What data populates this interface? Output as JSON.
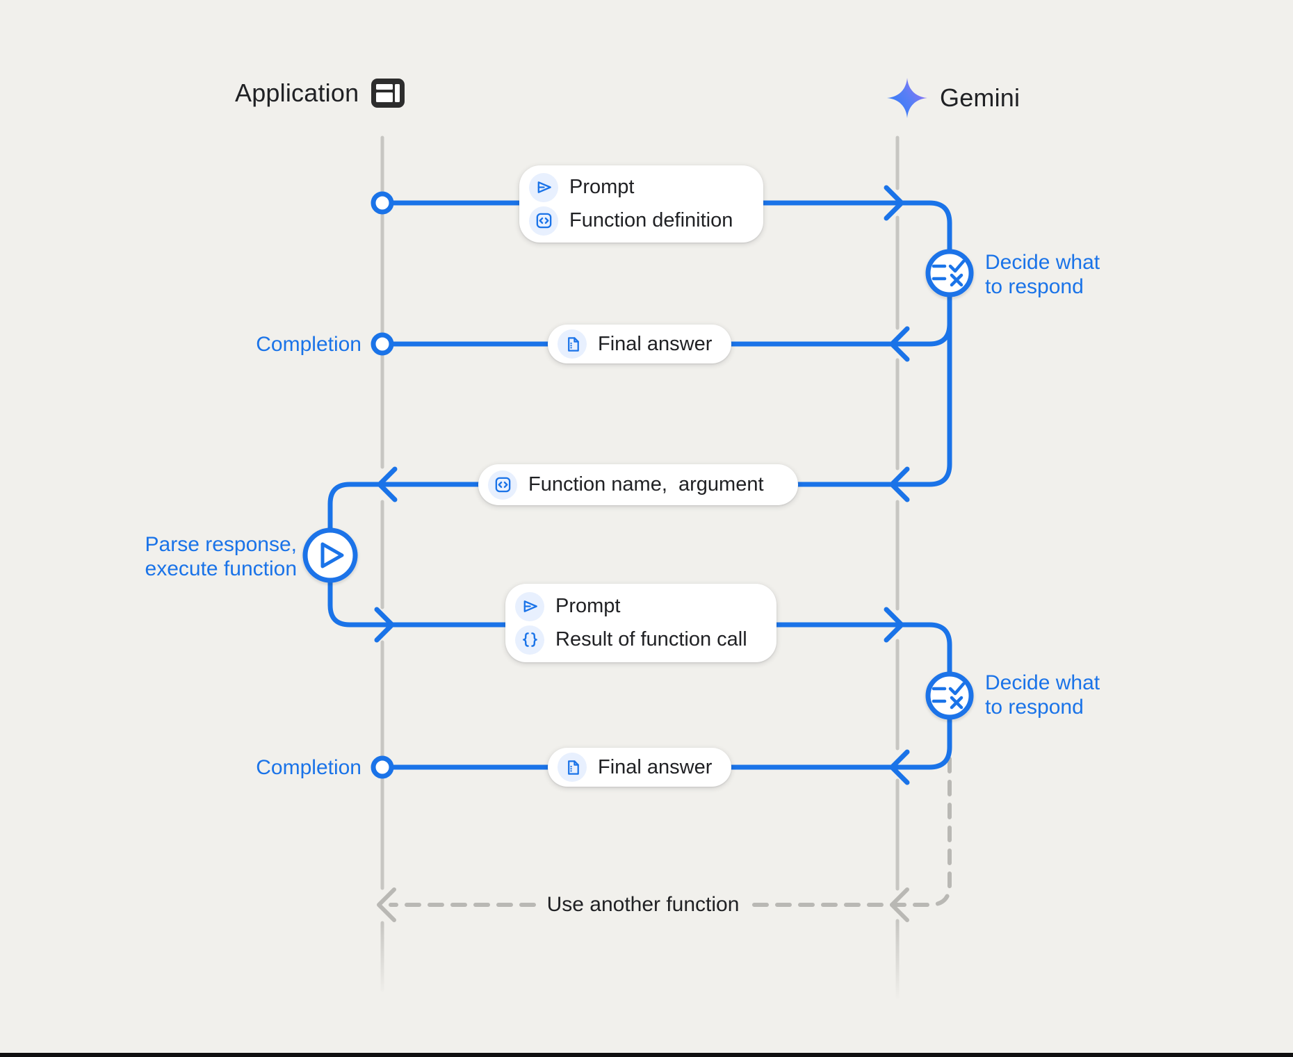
{
  "actors": {
    "application": {
      "label": "Application",
      "icon": "app-window-icon"
    },
    "gemini": {
      "label": "Gemini",
      "icon": "gemini-spark-icon"
    }
  },
  "boxes": {
    "b1": {
      "row1": "Prompt",
      "row2": "Function definition",
      "icon1": "send-icon",
      "icon2": "code-box-icon"
    },
    "b2": {
      "label": "Final answer",
      "icon": "document-icon"
    },
    "b3": {
      "label": "Function name,  argument",
      "icon": "code-box-icon"
    },
    "b4": {
      "row1": "Prompt",
      "row2": "Result of function call",
      "icon1": "send-icon",
      "icon2": "braces-icon"
    },
    "b5": {
      "label": "Final answer",
      "icon": "document-icon"
    }
  },
  "labels": {
    "completion_1": "Completion",
    "completion_2": "Completion",
    "decide_1": {
      "line1": "Decide what",
      "line2": "to respond"
    },
    "decide_2": {
      "line1": "Decide what",
      "line2": "to respond"
    },
    "parse": {
      "line1": "Parse response,",
      "line2": "execute function"
    },
    "use_another_function": "Use another function"
  },
  "icons": {
    "send-icon": "outlined right-pointing send triangle",
    "code-box-icon": "rounded square with < > code chevrons",
    "document-icon": "document with folded corner and dotted list",
    "braces-icon": "{ } curly braces",
    "rule-icon": "two list lines with check and cross",
    "play-icon": "outlined play triangle",
    "app-window-icon": "dark application window layout",
    "gemini-spark-icon": "four-point gradient spark"
  },
  "colors": {
    "background": "#f1f0ec",
    "flow_blue": "#1a73e8",
    "text_dark": "#202124",
    "lifeline_gray": "#c7c6c2",
    "dashed_gray": "#b9b8b4",
    "chip_background": "#e8f0fe",
    "spark_gradient_start": "#2a7cf7",
    "spark_gradient_end": "#a06ef6"
  }
}
